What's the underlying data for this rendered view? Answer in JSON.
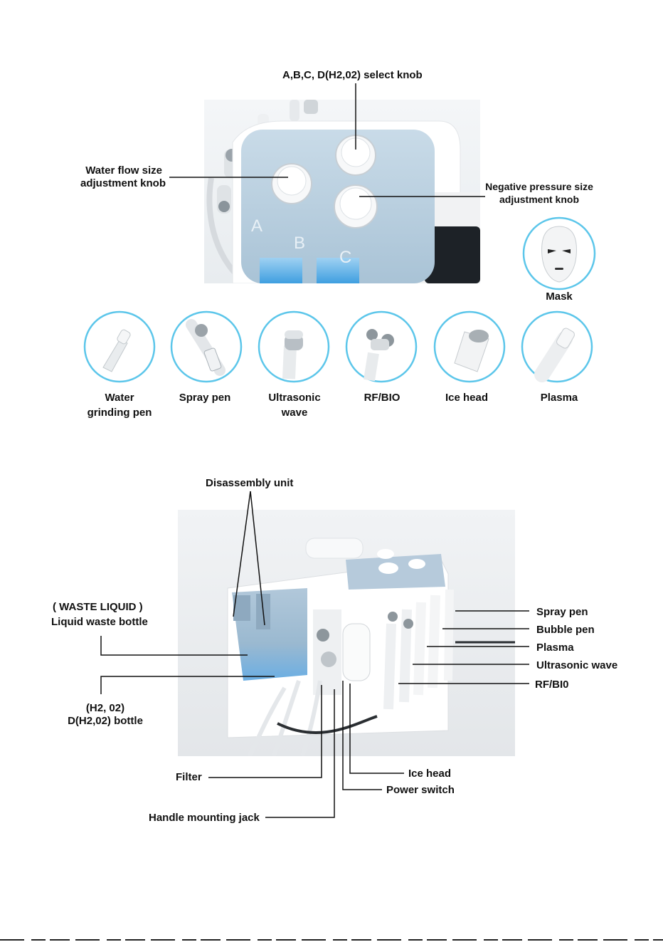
{
  "top": {
    "select_knob": "A,B,C, D(H2,02) select knob",
    "water_flow_1": "Water flow size",
    "water_flow_2": "adjustment knob",
    "neg_pressure_1": "Negative pressure size",
    "neg_pressure_2": "adjustment knob",
    "panel_letters": [
      "A",
      "B",
      "C"
    ],
    "mask": "Mask"
  },
  "accessories": [
    {
      "line1": "Water",
      "line2": "grinding pen",
      "icon": "water-grinding-pen-icon"
    },
    {
      "line1": "Spray pen",
      "line2": "",
      "icon": "spray-pen-icon"
    },
    {
      "line1": "Ultrasonic",
      "line2": "wave",
      "icon": "ultrasonic-wave-icon"
    },
    {
      "line1": "RF/BIO",
      "line2": "",
      "icon": "rf-bio-icon"
    },
    {
      "line1": "Ice head",
      "line2": "",
      "icon": "ice-head-icon"
    },
    {
      "line1": "Plasma",
      "line2": "",
      "icon": "plasma-icon"
    }
  ],
  "bottom": {
    "disassembly": "Disassembly unit",
    "waste_1": "( WASTE LIQUID )",
    "waste_2": "Liquid waste bottle",
    "h2_1": "(H2, 02)",
    "h2_2": "D(H2,02) bottle",
    "spray_pen": "Spray pen",
    "bubble_pen": "Bubble pen",
    "plasma": "Plasma",
    "ultrasonic": "Ultrasonic wave",
    "rfbio": "RF/BI0",
    "filter": "Filter",
    "ice_head": "Ice head",
    "power_switch": "Power switch",
    "handle_jack": "Handle mounting jack"
  }
}
